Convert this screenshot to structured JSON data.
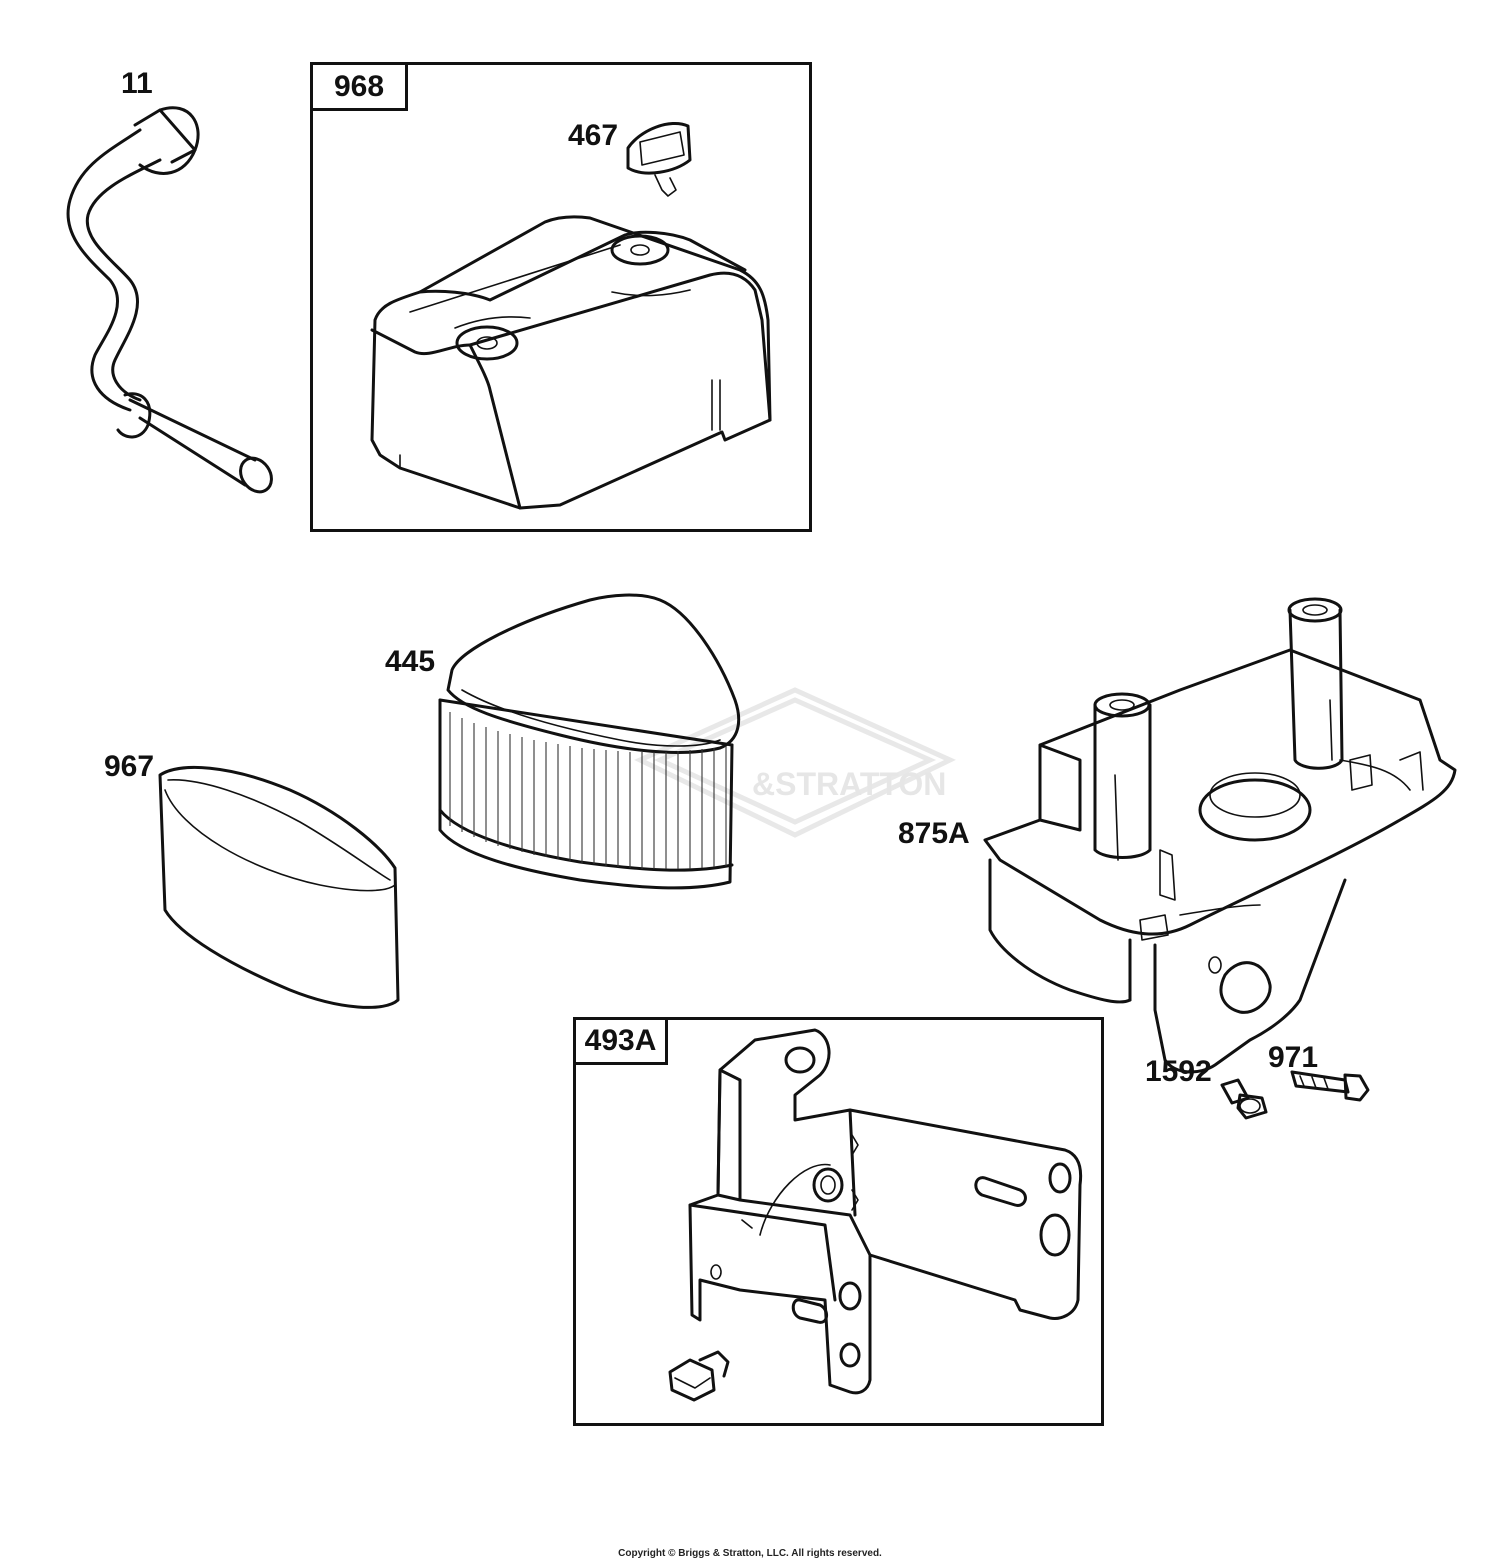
{
  "callouts": {
    "c11": "11",
    "c467": "467",
    "c445": "445",
    "c967": "967",
    "c875a": "875A",
    "c1592": "1592",
    "c971": "971"
  },
  "kits": {
    "k968": "968",
    "k493a": "493A"
  },
  "watermark": "&STRATTON",
  "copyright": "Copyright © Briggs & Stratton, LLC. All rights reserved.",
  "colors": {
    "line": "#111111",
    "watermark": "#e6e6e6",
    "background": "#ffffff"
  }
}
